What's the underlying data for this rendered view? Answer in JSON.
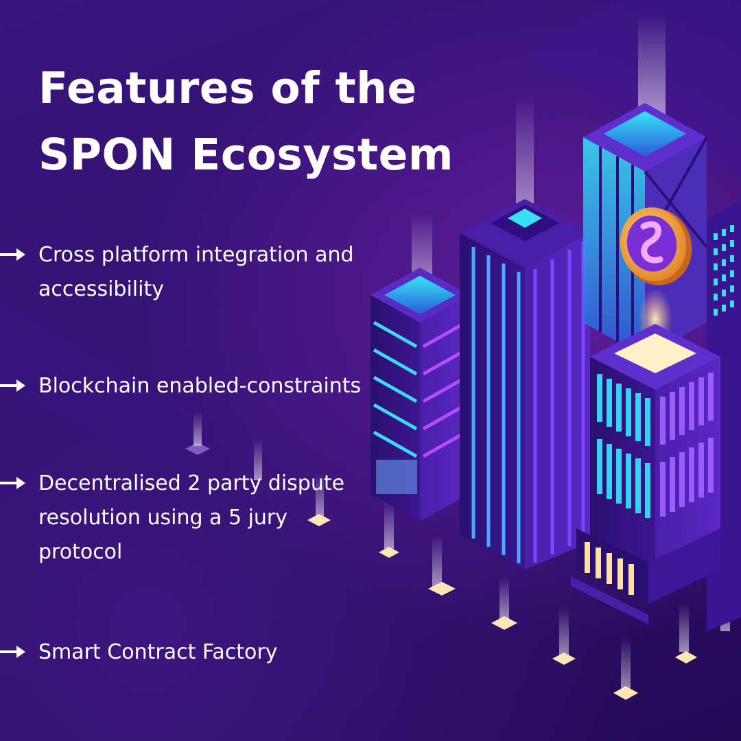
{
  "title": {
    "line1": "Features of the",
    "line2": "SPON Ecosystem"
  },
  "features": [
    {
      "icon": "arrow-right-icon",
      "lines": [
        "Cross platform integration and",
        "accessibility"
      ]
    },
    {
      "icon": "arrow-right-icon",
      "lines": [
        "Blockchain enabled-constraints"
      ]
    },
    {
      "icon": "arrow-right-icon",
      "lines": [
        "Decentralised 2 party dispute",
        "resolution using a 5 jury",
        "protocol"
      ]
    },
    {
      "icon": "arrow-right-icon",
      "lines": [
        "Smart Contract Factory"
      ]
    }
  ],
  "colors": {
    "background": "#2c0f68",
    "text": "#ffffff",
    "accent_cyan": "#39e0f5",
    "accent_violet": "#8a3cff",
    "coin_gold": "#f2a23a"
  }
}
